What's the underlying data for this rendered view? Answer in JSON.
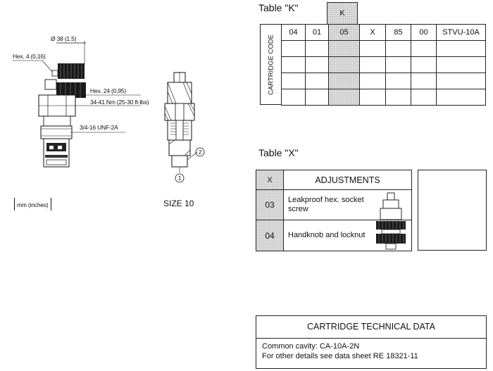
{
  "drawing": {
    "dim_diameter": "Ø 38 (1.5)",
    "dim_hex_small": "Hex. 4 (0,16)",
    "dim_hex_large": "Hex. 24 (0,95)",
    "dim_torque": "34-41 Nm (25-30 ft-lbs)",
    "dim_thread": "3/4-16 UNF-2A",
    "port_1": "1",
    "port_2": "2",
    "units_note": "mm  (inches)",
    "size_label": "SIZE 10"
  },
  "table_k": {
    "title": "Table \"K\"",
    "k_header": "K",
    "row_label": "CARTRIDGE CODE",
    "codes": [
      "04",
      "01",
      "05",
      "X",
      "85",
      "00",
      "STVU-10A"
    ]
  },
  "table_x": {
    "title": "Table \"X\"",
    "col_x": "X",
    "col_adjustments": "ADJUSTMENTS",
    "rows": [
      {
        "code": "03",
        "desc": "Leakproof hex. socket screw"
      },
      {
        "code": "04",
        "desc": "Handknob and locknut"
      }
    ]
  },
  "tech": {
    "title": "CARTRIDGE TECHNICAL DATA",
    "line1": "Common cavity: CA-10A-2N",
    "line2": "For other details see data sheet RE 18321-11"
  }
}
